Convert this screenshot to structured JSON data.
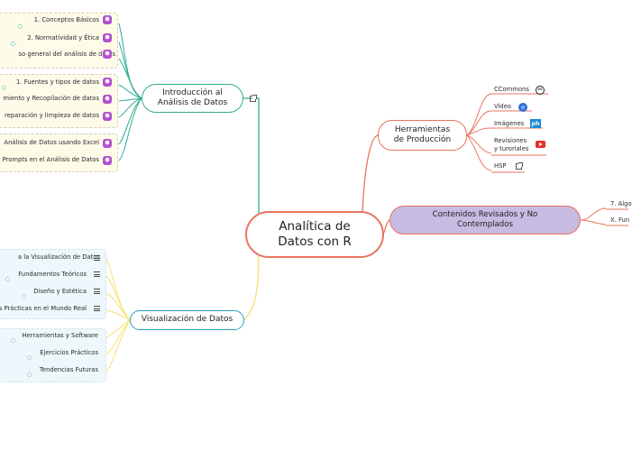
{
  "central": {
    "line1": "Analítica de",
    "line2": "Datos con R"
  },
  "intro": {
    "line1": "Introducción al",
    "line2": "Análisis de Datos",
    "group1": [
      "1. Conceptos Básicos",
      "2. Normatividad y Ética",
      "so general del análisis de datos"
    ],
    "group2": [
      "1. Fuentes y tipos de datos",
      "miento y Recopilación de datos",
      "reparación y limpieza de datos"
    ],
    "group3": [
      "Análisis de Datos usando Excel",
      "Prompts en el Análisis de Datos"
    ],
    "tag_glyph": "⬢"
  },
  "visual": {
    "label": "Visualización de Datos",
    "group1": [
      "a la Visualización de Datos",
      "Fundamentos Teóricos",
      "Diseño y Estética",
      "s Prácticas en el Mundo Real"
    ],
    "group2": [
      "Herramientas y Software",
      "Ejercicios Prácticos",
      "Tendencias Futuras"
    ]
  },
  "herramientas": {
    "line1": "Herramientas",
    "line2": "de Producción",
    "items": [
      {
        "label": "CCommons",
        "icon": "creative-commons-icon",
        "glyph": "cc"
      },
      {
        "label": "Video",
        "icon": "video-icon"
      },
      {
        "label": "Imágenes",
        "icon": "photo-icon",
        "glyph": "ph"
      },
      {
        "label_line1": "Revisiones",
        "label_line2": "y turoriales",
        "icon": "youtube-icon"
      },
      {
        "label": "HSP",
        "icon": "external-link-icon"
      }
    ]
  },
  "contenidos": {
    "line1": "Contenidos Revisados y No",
    "line2": "Contemplados",
    "items": [
      "7. Algo",
      "X. Fun"
    ]
  },
  "colors": {
    "orange": "#e8755f",
    "green": "#2fae8e",
    "yellow": "#f5e06e",
    "teal": "#2aa0b8",
    "lavender": "#c7bbe2",
    "purple_tag": "#b34fd1"
  }
}
